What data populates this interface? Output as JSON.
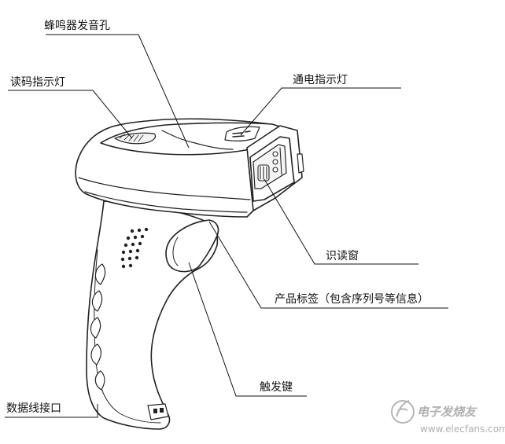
{
  "labels": {
    "buzzer_hole": "蜂鸣器发音孔",
    "read_indicator": "读码指示灯",
    "power_indicator": "通电指示灯",
    "read_window": "识读窗",
    "product_label": "产品标签（包含序列号等信息）",
    "trigger": "触发键",
    "data_cable_port": "数据线接口"
  },
  "watermark": {
    "title": "电子发烧友",
    "url": "www.elecfans.com"
  }
}
